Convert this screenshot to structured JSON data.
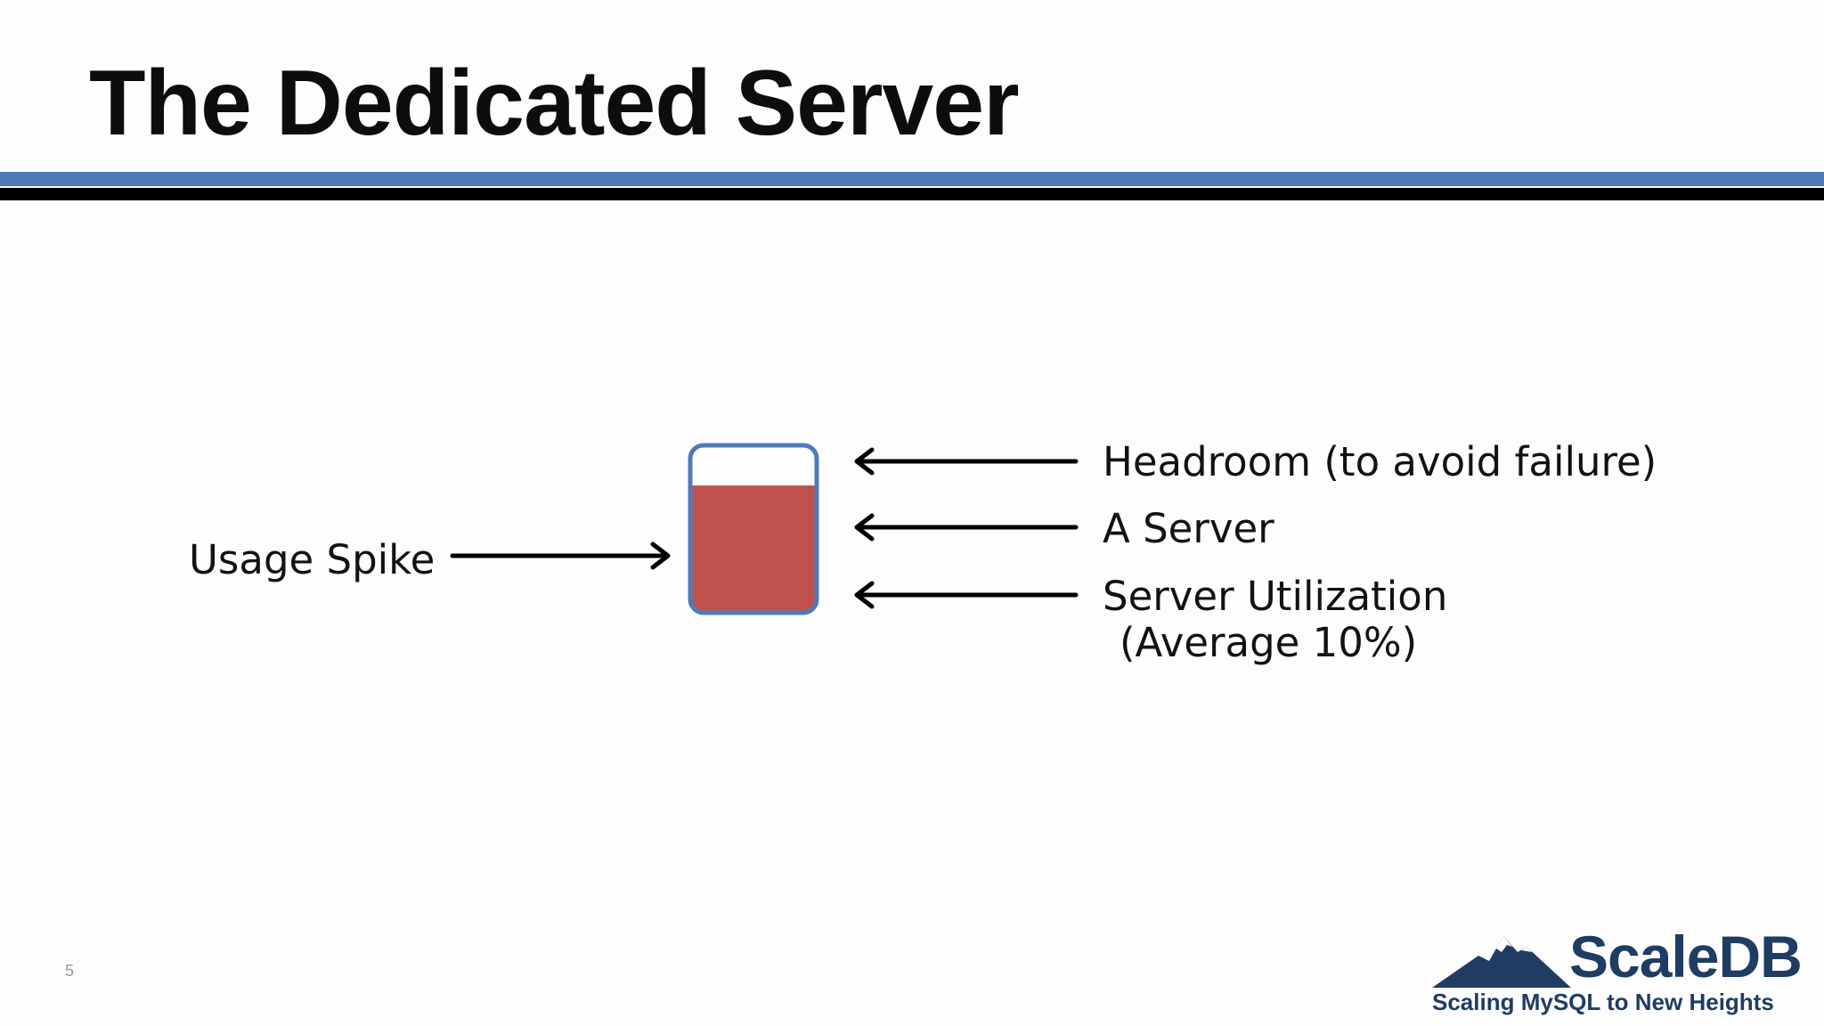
{
  "slide": {
    "title": "The Dedicated Server",
    "page_number": "5"
  },
  "diagram": {
    "left_label": "Usage Spike",
    "right_labels": {
      "headroom": "Headroom (to avoid failure)",
      "server": "A Server",
      "utilization_line1": "Server Utilization",
      "utilization_line2": "(Average 10%)"
    },
    "server_fill_fraction": 0.76,
    "colors": {
      "server_outline": "#4f7ab8",
      "server_fill": "#c0504d",
      "arrow": "#000000"
    }
  },
  "logo": {
    "name": "ScaleDB",
    "tagline": "Scaling MySQL to New Heights"
  },
  "colors": {
    "rule_blue": "#4f7ab8",
    "rule_black": "#000000",
    "logo_navy": "#1f3c63"
  }
}
